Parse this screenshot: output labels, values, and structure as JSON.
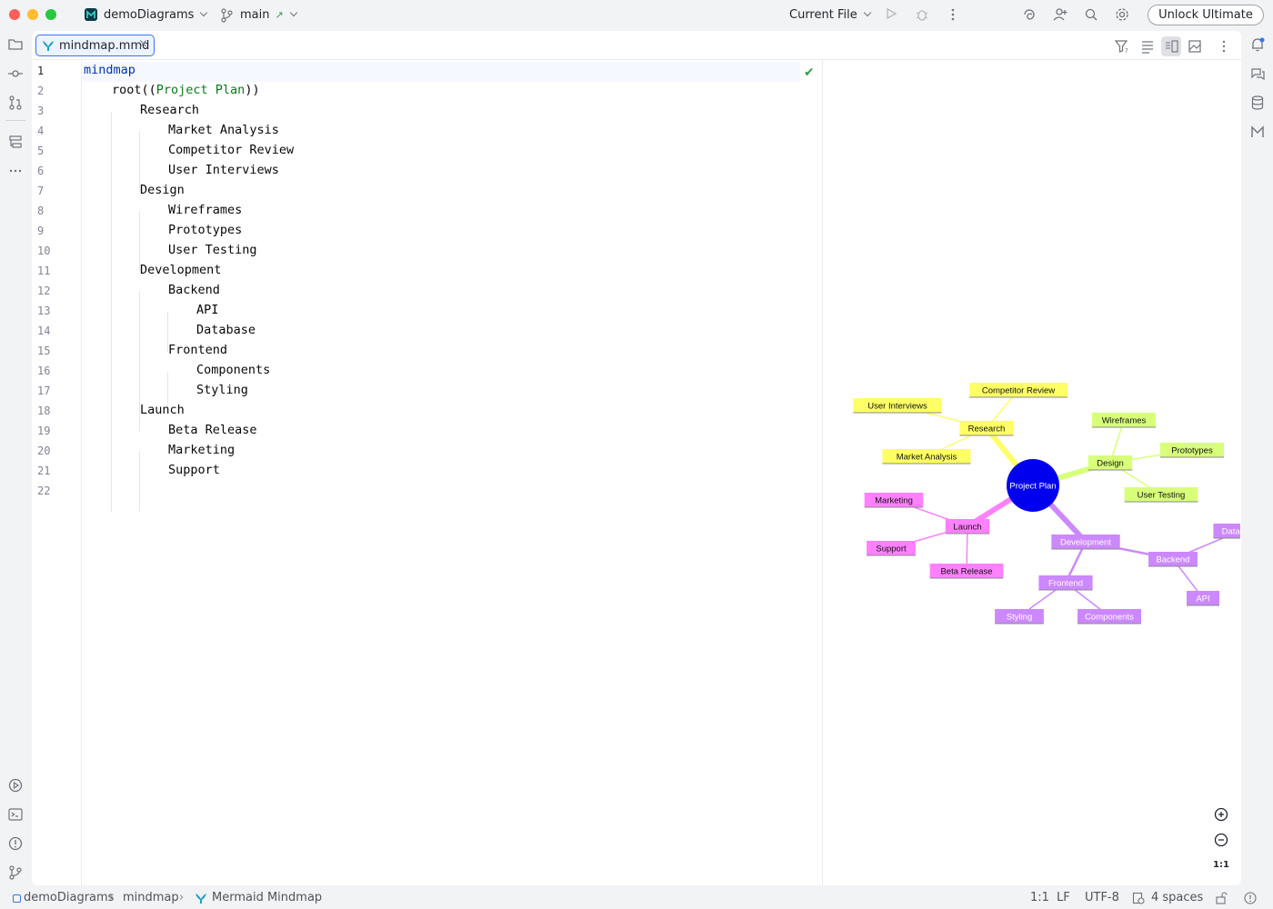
{
  "titlebar": {
    "project_name": "demoDiagrams",
    "branch": "main",
    "run_config": "Current File",
    "unlock_label": "Unlock Ultimate"
  },
  "tab": {
    "filename": "mindmap.mmd"
  },
  "editor": {
    "lines": [
      "1",
      "2",
      "3",
      "4",
      "5",
      "6",
      "7",
      "8",
      "9",
      "10",
      "11",
      "12",
      "13",
      "14",
      "15",
      "16",
      "17",
      "18",
      "19",
      "20",
      "21",
      "22"
    ],
    "code": {
      "l1": "mindmap",
      "l2a": "root((",
      "l2b": "Project Plan",
      "l2c": "))",
      "l3": "Research",
      "l4": "Market Analysis",
      "l5": "Competitor Review",
      "l6": "User Interviews",
      "l7": "Design",
      "l8": "Wireframes",
      "l9": "Prototypes",
      "l10": "User Testing",
      "l11": "Development",
      "l12": "Backend",
      "l13": "API",
      "l14": "Database",
      "l15": "Frontend",
      "l16": "Components",
      "l17": "Styling",
      "l18": "Launch",
      "l19": "Beta Release",
      "l20": "Marketing",
      "l21": "Support"
    }
  },
  "mindmap": {
    "root": "Project Plan",
    "branches": [
      {
        "label": "Research",
        "color": "#ffff66",
        "children": [
          "User Interviews",
          "Competitor Review",
          "Market Analysis"
        ]
      },
      {
        "label": "Design",
        "color": "#d7ff7a",
        "children": [
          "Wireframes",
          "Prototypes",
          "User Testing"
        ]
      },
      {
        "label": "Development",
        "color": "#cc88ff",
        "children": [
          "Backend",
          "Frontend"
        ]
      },
      {
        "label": "Backend",
        "color": "#cc88ff",
        "children": [
          "Database",
          "API"
        ]
      },
      {
        "label": "Frontend",
        "color": "#cc88ff",
        "children": [
          "Styling",
          "Components"
        ]
      },
      {
        "label": "Launch",
        "color": "#ff80ff",
        "children": [
          "Marketing",
          "Support",
          "Beta Release"
        ]
      }
    ],
    "root_color": "#0000ee",
    "zoom_in": "+",
    "zoom_out": "−",
    "actual_size": "1:1"
  },
  "statusbar": {
    "crumb_project": "demoDiagrams",
    "crumb_file": "mindmap",
    "crumb_lang": "Mermaid Mindmap",
    "position": "1:1",
    "line_sep": "LF",
    "encoding": "UTF-8",
    "indent": "4 spaces"
  }
}
